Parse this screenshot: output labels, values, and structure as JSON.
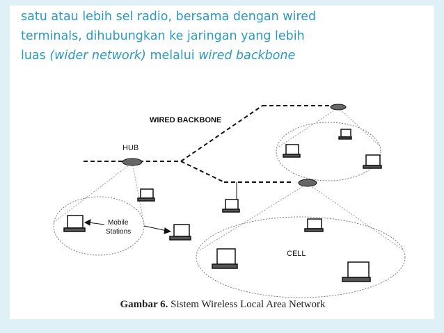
{
  "slide": {
    "line1": "satu atau lebih sel radio, bersama dengan wired",
    "line2": "terminals, dihubungkan ke jaringan yang lebih",
    "line3_prefix": "luas ",
    "line3_italic1": "(wider network)",
    "line3_middle": " melalui ",
    "line3_italic2": "wired backbone"
  },
  "figure": {
    "labels": {
      "wired_backbone": "WIRED BACKBONE",
      "hub": "HUB",
      "mobile": "Mobile",
      "stations": "Stations",
      "cell": "CELL"
    },
    "caption_bold": "Gambar 6.",
    "caption_rest": " Sistem Wireless Local Area Network"
  },
  "colors": {
    "text_accent": "#2a9ac2",
    "border": "#dff0f7"
  }
}
